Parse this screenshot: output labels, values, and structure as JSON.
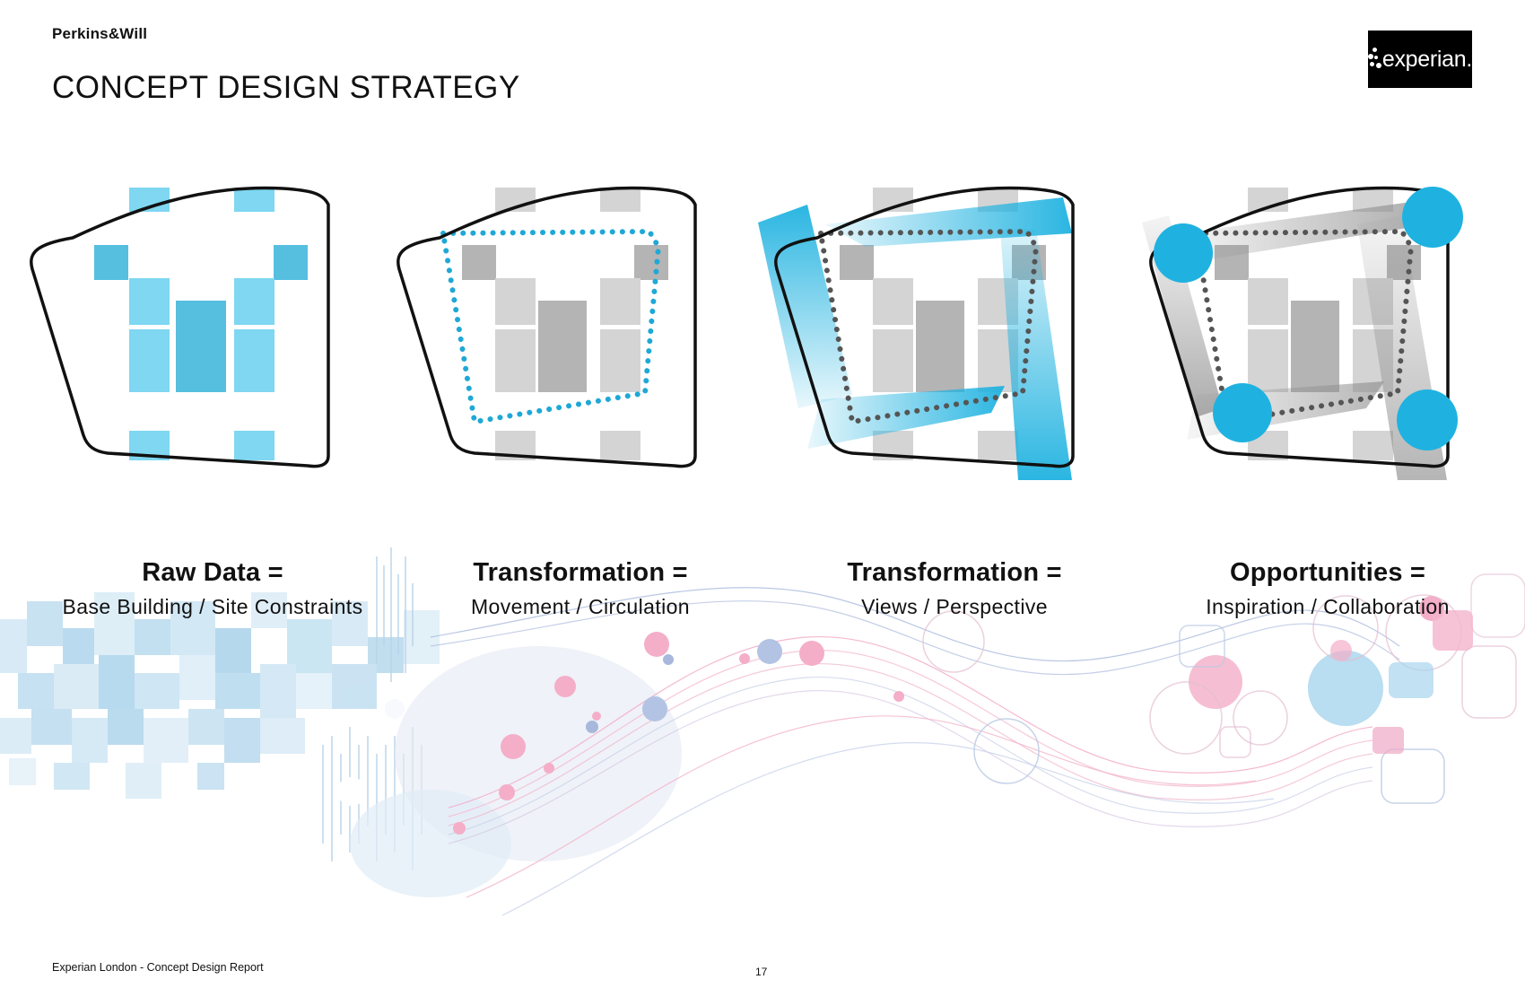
{
  "header": {
    "brand": "Perkins&Will",
    "title": "CONCEPT DESIGN STRATEGY",
    "logo_text": "experian."
  },
  "panels": [
    {
      "heading": "Raw Data =",
      "subheading": "Base Building / Site Constraints"
    },
    {
      "heading": "Transformation =",
      "subheading": "Movement / Circulation"
    },
    {
      "heading": "Transformation =",
      "subheading": "Views / Perspective"
    },
    {
      "heading": "Opportunities =",
      "subheading": "Inspiration / Collaboration"
    }
  ],
  "footer": {
    "report_title": "Experian London - Concept Design Report",
    "page_number": "17"
  },
  "colors": {
    "accent_cyan": "#1fb2e0",
    "light_cyan": "#7dd8f0",
    "mid_cyan": "#54bfdf",
    "grey_block": "#d4d4d4",
    "dark_grey_block": "#b4b4b4",
    "pink": "#f2a8c4",
    "lavender": "#b8c8e4"
  }
}
